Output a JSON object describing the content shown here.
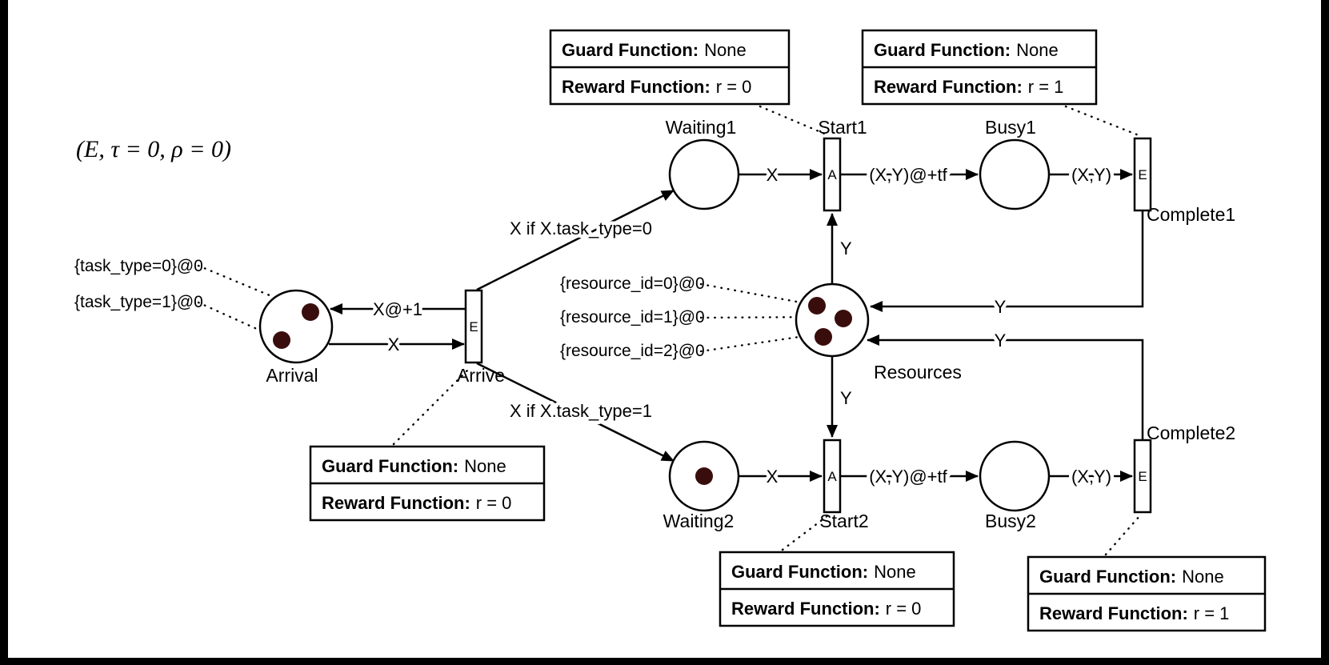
{
  "annotation": {
    "formula": "(E, τ = 0, ρ = 0)"
  },
  "places": {
    "arrival": {
      "label": "Arrival",
      "tokens": 2
    },
    "waiting1": {
      "label": "Waiting1",
      "tokens": 0
    },
    "busy1": {
      "label": "Busy1",
      "tokens": 0
    },
    "resources": {
      "label": "Resources",
      "tokens": 3
    },
    "waiting2": {
      "label": "Waiting2",
      "tokens": 1
    },
    "busy2": {
      "label": "Busy2",
      "tokens": 0
    }
  },
  "transitions": {
    "arrive": {
      "label": "Arrive",
      "type": "E"
    },
    "start1": {
      "label": "Start1",
      "type": "A"
    },
    "complete1": {
      "label": "Complete1",
      "type": "E"
    },
    "start2": {
      "label": "Start2",
      "type": "A"
    },
    "complete2": {
      "label": "Complete2",
      "type": "E"
    }
  },
  "arc_labels": {
    "arrive_to_arrival": "X@+1",
    "arrival_to_arrive": "X",
    "arrive_to_waiting1": "X if X.task_type=0",
    "arrive_to_waiting2": "X if X.task_type=1",
    "waiting1_to_start1": "X",
    "start1_to_busy1": "(X,Y)@+tf",
    "busy1_to_complete1": "(X,Y)",
    "resources_to_start1": "Y",
    "complete1_to_resources": "Y",
    "resources_to_start2": "Y",
    "complete2_to_resources": "Y",
    "waiting2_to_start2": "X",
    "start2_to_busy2": "(X,Y)@+tf",
    "busy2_to_complete2": "(X,Y)"
  },
  "token_annotations": {
    "task_type_0": "{task_type=0}@0",
    "task_type_1": "{task_type=1}@0",
    "resource_id_0": "{resource_id=0}@0",
    "resource_id_1": "{resource_id=1}@0",
    "resource_id_2": "{resource_id=2}@0"
  },
  "info_boxes": {
    "start1": {
      "guard_label": "Guard Function:",
      "guard_value": "None",
      "reward_label": "Reward Function:",
      "reward_value": "r = 0"
    },
    "complete1": {
      "guard_label": "Guard Function:",
      "guard_value": "None",
      "reward_label": "Reward Function:",
      "reward_value": "r = 1"
    },
    "arrive": {
      "guard_label": "Guard Function:",
      "guard_value": "None",
      "reward_label": "Reward Function:",
      "reward_value": "r = 0"
    },
    "start2": {
      "guard_label": "Guard Function:",
      "guard_value": "None",
      "reward_label": "Reward Function:",
      "reward_value": "r = 0"
    },
    "complete2": {
      "guard_label": "Guard Function:",
      "guard_value": "None",
      "reward_label": "Reward Function:",
      "reward_value": "r = 1"
    }
  },
  "colors": {
    "token": "#3a0d0d",
    "stroke": "#000000",
    "background": "#ffffff"
  }
}
